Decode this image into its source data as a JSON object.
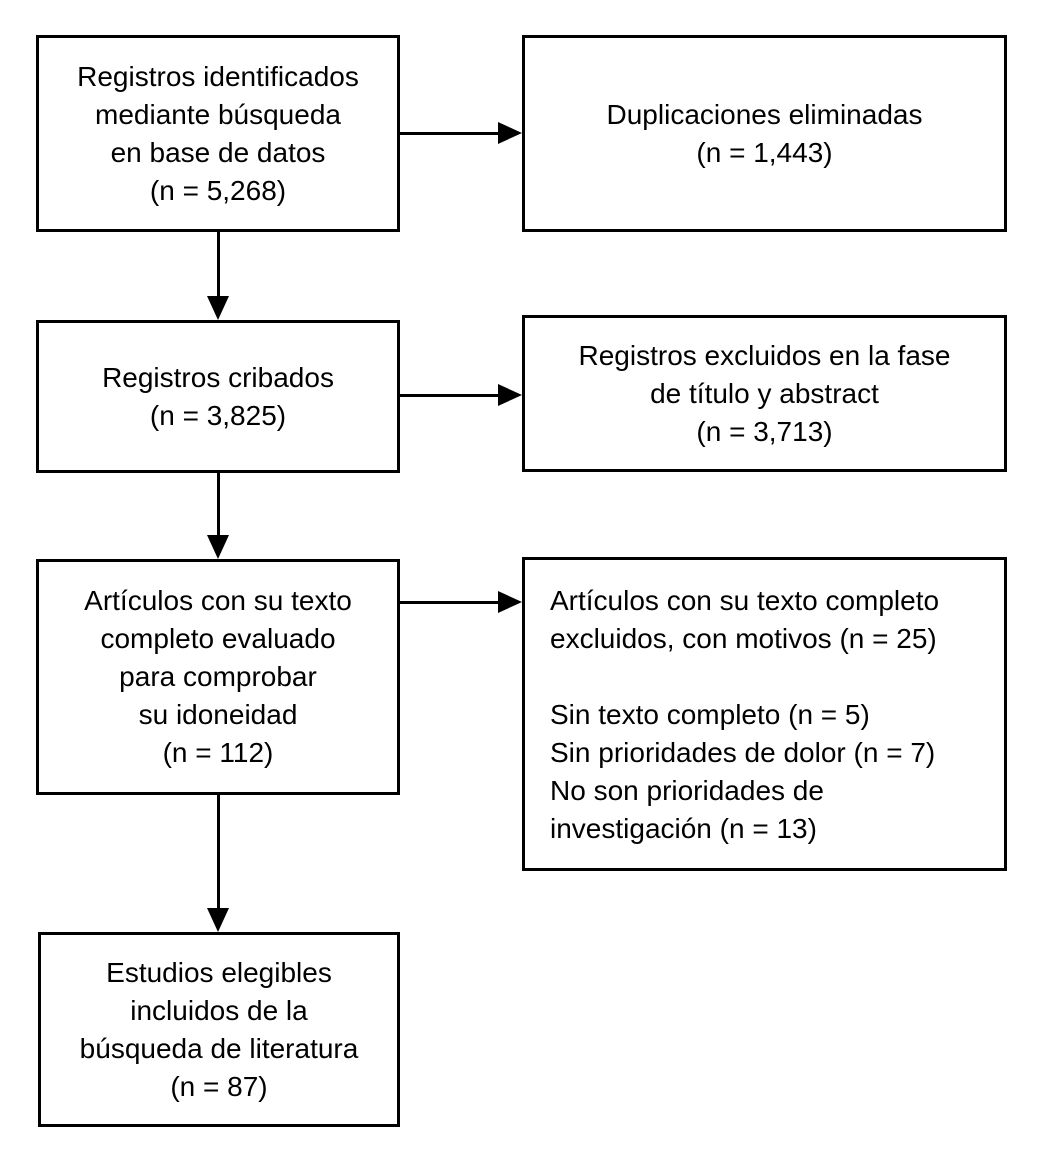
{
  "diagram": {
    "type": "flowchart",
    "language": "es",
    "colors": {
      "box_border": "#000000",
      "text": "#000000",
      "background": "#ffffff",
      "arrow": "#000000"
    },
    "boxes": {
      "identified": {
        "n": "5,268",
        "lines": [
          "Registros identificados",
          "mediante búsqueda",
          "en base de datos",
          "(n = 5,268)"
        ]
      },
      "duplicates": {
        "n": "1,443",
        "lines": [
          "Duplicaciones eliminadas",
          "(n = 1,443)"
        ]
      },
      "screened": {
        "n": "3,825",
        "lines": [
          "Registros cribados",
          "(n = 3,825)"
        ]
      },
      "excluded_title_abstract": {
        "n": "3,713",
        "lines": [
          "Registros excluidos en la fase",
          "de título y abstract",
          "(n = 3,713)"
        ]
      },
      "fulltext_assessed": {
        "n": "112",
        "lines": [
          "Artículos con su texto",
          "completo evaluado",
          "para comprobar",
          "su idoneidad",
          "(n = 112)"
        ]
      },
      "fulltext_excluded": {
        "n": "25",
        "lines": [
          "Artículos con su texto completo",
          "excluidos, con motivos (n = 25)",
          "",
          "Sin texto completo (n = 5)",
          "Sin prioridades de dolor (n = 7)",
          "No son prioridades de",
          "investigación (n = 13)"
        ]
      },
      "included": {
        "n": "87",
        "lines": [
          "Estudios elegibles",
          "incluidos de la",
          "búsqueda de literatura",
          "(n = 87)"
        ]
      }
    }
  }
}
